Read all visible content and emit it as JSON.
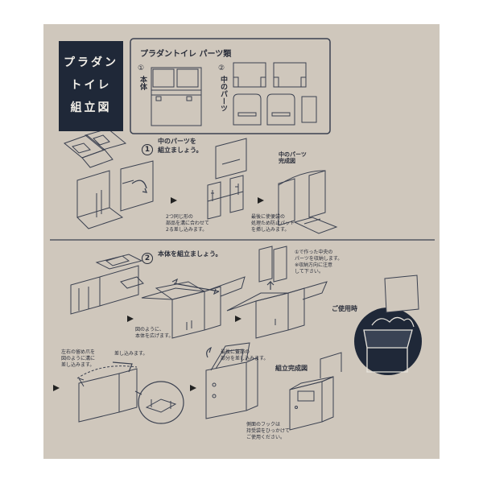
{
  "title": {
    "line1": "プラダン",
    "line2": "トイレ",
    "line3": "組立図"
  },
  "parts_panel": {
    "heading": "プラダントイレ パーツ類",
    "part1_num": "①",
    "part1_label": "本体",
    "part2_num": "②",
    "part2_label": "中のパーツ"
  },
  "step1": {
    "num": "1",
    "heading_line1": "中のパーツを",
    "heading_line2": "組立ましょう。",
    "complete_label_line1": "中のパーツ",
    "complete_label_line2": "完成図",
    "note_fold_line1": "2つ同じ形の",
    "note_fold_line2": "部品を溝に合わせて",
    "note_fold_line3": "2る差し込みます。",
    "note_insert_line1": "最後に使便袋の",
    "note_insert_line2": "処理ため防止パット",
    "note_insert_line3": "を挿し込みます。"
  },
  "step2": {
    "num": "2",
    "heading": "本体を組立ましょう。",
    "note_store_line1": "①で作った中央の",
    "note_store_line2": "パーツを収納します。",
    "note_store_line3": "※収納方向に注意",
    "note_store_line4": "して下さい。",
    "note_open_line1": "図のように、",
    "note_open_line2": "本体を広げます。",
    "note_tabs_line1": "左右の留め爪を",
    "note_tabs_line2": "図のように溝に",
    "note_tabs_line3": "差し込みます。",
    "note_insert": "差し込みます。",
    "note_lid_line1": "最後に蓋部の",
    "note_lid_line2": "部分を差し込みます。",
    "complete_label": "組立完成図",
    "note_hook_line1": "側面のフックは",
    "note_hook_line2": "持受袋をひっかけて",
    "note_hook_line3": "ご使用ください。"
  },
  "usage": {
    "label": "ご使用時"
  }
}
